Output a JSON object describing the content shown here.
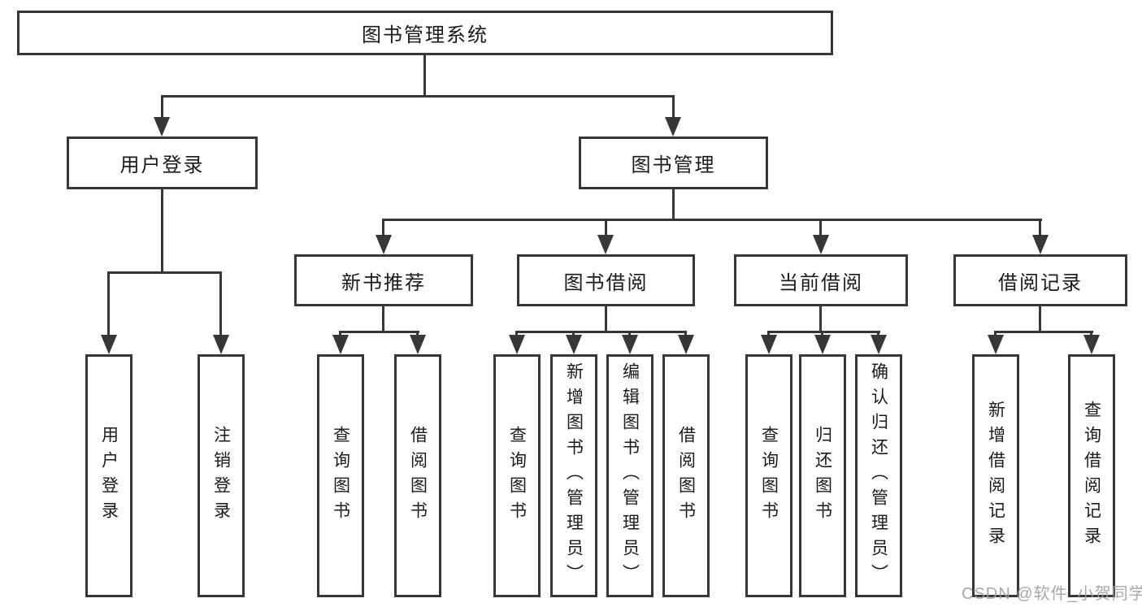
{
  "diagram": {
    "type": "hierarchy-tree",
    "tree": {
      "label": "图书管理系统",
      "children": [
        {
          "label": "用户登录",
          "children": [
            {
              "label": "用户登录"
            },
            {
              "label": "注销登录"
            }
          ]
        },
        {
          "label": "图书管理",
          "children": [
            {
              "label": "新书推荐",
              "children": [
                {
                  "label": "查询图书"
                },
                {
                  "label": "借阅图书"
                }
              ]
            },
            {
              "label": "图书借阅",
              "children": [
                {
                  "label": "查询图书"
                },
                {
                  "label": "新增图书（管理员）"
                },
                {
                  "label": "编辑图书（管理员）"
                },
                {
                  "label": "借阅图书"
                }
              ]
            },
            {
              "label": "当前借阅",
              "children": [
                {
                  "label": "查询图书"
                },
                {
                  "label": "归还图书"
                },
                {
                  "label": "确认归还（管理员）"
                }
              ]
            },
            {
              "label": "借阅记录",
              "children": [
                {
                  "label": "新增借阅记录"
                },
                {
                  "label": "查询借阅记录"
                }
              ]
            }
          ]
        }
      ]
    }
  },
  "watermark": {
    "text": "CSDN @软件_小贺同学"
  },
  "colors": {
    "line": "#373737",
    "text": "#1a1a1a",
    "watermark": "#9e9e9e",
    "background": "#ffffff"
  }
}
